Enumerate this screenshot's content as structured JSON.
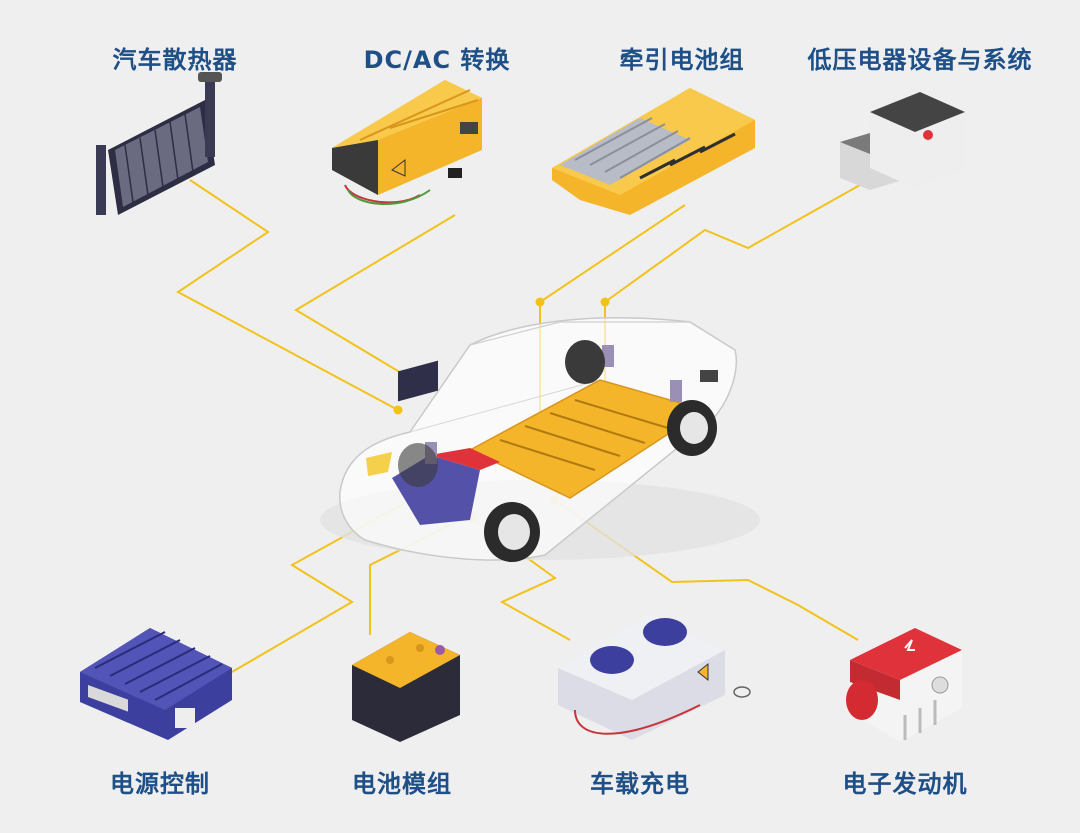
{
  "diagram": {
    "components": [
      {
        "id": "radiator",
        "label": "汽车散热器"
      },
      {
        "id": "dcac",
        "label": "DC/AC 转换"
      },
      {
        "id": "traction",
        "label": "牵引电池组"
      },
      {
        "id": "lowvolt",
        "label": "低压电器设备与系统"
      },
      {
        "id": "powerctrl",
        "label": "电源控制"
      },
      {
        "id": "module",
        "label": "电池模组"
      },
      {
        "id": "charger",
        "label": "车载充电"
      },
      {
        "id": "motor",
        "label": "电子发动机"
      }
    ],
    "colors": {
      "label": "#1e4f86",
      "connector": "#f2c21a",
      "battery_yellow": "#f4b52a",
      "module_blue": "#3c3f9e",
      "motor_red": "#e0323b"
    }
  }
}
